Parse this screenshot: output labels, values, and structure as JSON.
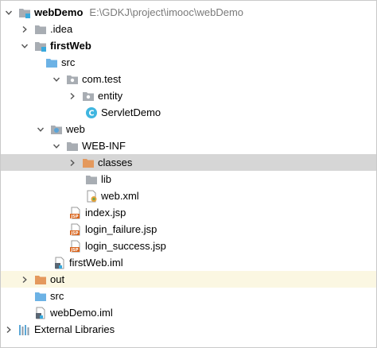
{
  "tree": {
    "root": {
      "label": "webDemo",
      "path": "E:\\GDKJ\\project\\imooc\\webDemo"
    },
    "idea": {
      "label": ".idea"
    },
    "firstweb": {
      "label": "firstWeb"
    },
    "src1": {
      "label": "src"
    },
    "comtest": {
      "label": "com.test"
    },
    "entity": {
      "label": "entity"
    },
    "servlet": {
      "label": "ServletDemo",
      "icon_letter": "C"
    },
    "web": {
      "label": "web"
    },
    "webinf": {
      "label": "WEB-INF"
    },
    "classes": {
      "label": "classes"
    },
    "lib": {
      "label": "lib"
    },
    "webxml": {
      "label": "web.xml"
    },
    "index": {
      "label": "index.jsp",
      "icon_text": "JSP"
    },
    "loginfail": {
      "label": "login_failure.jsp",
      "icon_text": "JSP"
    },
    "loginsucc": {
      "label": "login_success.jsp",
      "icon_text": "JSP"
    },
    "firstweb_iml": {
      "label": "firstWeb.iml"
    },
    "out": {
      "label": "out"
    },
    "src2": {
      "label": "src"
    },
    "webdemo_iml": {
      "label": "webDemo.iml"
    },
    "extlibs": {
      "label": "External Libraries"
    }
  },
  "icons": {
    "module-folder": "module-folder-icon",
    "plain-folder": "folder-icon",
    "source-folder": "source-folder-icon",
    "package": "package-icon",
    "class": "java-class-icon",
    "web-folder": "web-folder-icon",
    "excluded-folder": "excluded-folder-icon",
    "xml-file": "xml-file-icon",
    "jsp-file": "jsp-file-icon",
    "iml-file": "iml-file-icon",
    "libraries": "libraries-icon"
  },
  "colors": {
    "selection": "#d6d6d6",
    "excluded_bg": "#fbf7e2",
    "folder_gray": "#a8adb3",
    "source_blue": "#6cb2e5",
    "excluded_orange": "#e4995d",
    "class_cyan": "#40b6e0",
    "module_dot": "#38a9dd",
    "path_gray": "#7a7a7a"
  }
}
